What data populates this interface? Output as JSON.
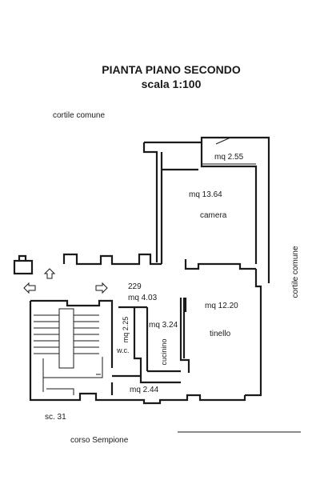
{
  "title": {
    "line1": "PIANTA PIANO SECONDO",
    "line2": "scala 1:100"
  },
  "surroundings": {
    "top_left": "cortile comune",
    "right": "cortile comune",
    "bottom": "corso Sempione",
    "staircase": "sc. 31"
  },
  "rooms": {
    "balcony": "mq 2.55",
    "bedroom_area": "mq 13.64",
    "bedroom_name": "camera",
    "corridor_code": "229",
    "corridor_area": "mq 4.03",
    "wc_area": "mq 2.25",
    "wc_name": "w.c.",
    "kitchenette_area": "mq 3.24",
    "kitchenette_name": "cucinino",
    "living_area": "mq 12.20",
    "living_name": "tinello",
    "entrance_area": "mq 2.44"
  }
}
